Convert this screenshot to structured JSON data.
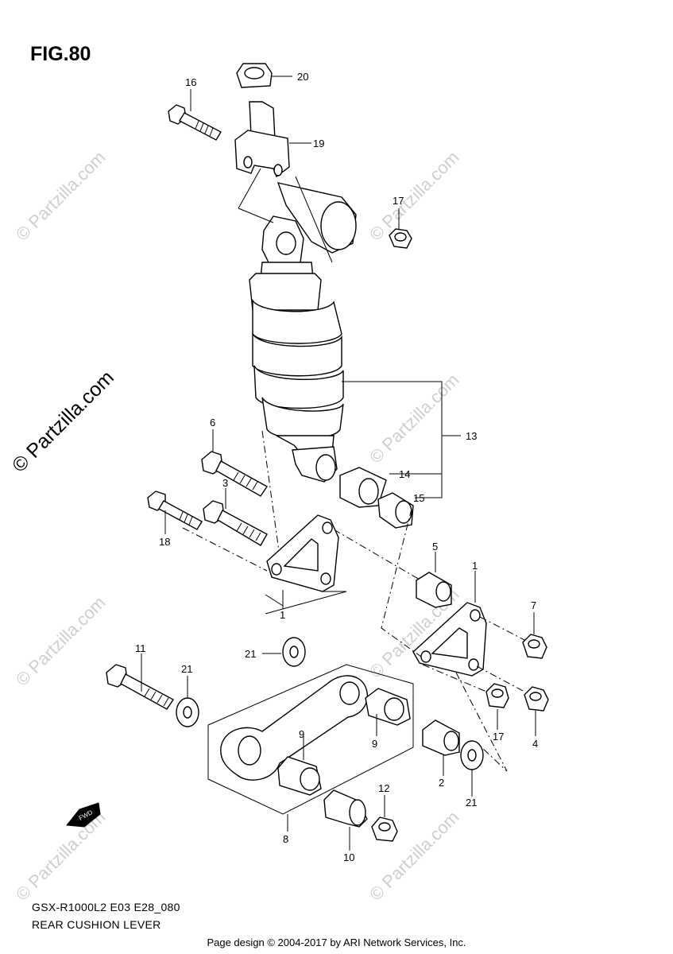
{
  "figure": {
    "title": "FIG.80"
  },
  "captions": {
    "model_code": "GSX-R1000L2 E03 E28_080",
    "name": "REAR CUSHION LEVER"
  },
  "footer": {
    "text": "Page design © 2004-2017 by ARI Network Services, Inc."
  },
  "watermark": {
    "text": "© Partzilla.com"
  },
  "fwd_badge": "FWD",
  "callouts": [
    {
      "n": "20"
    },
    {
      "n": "16"
    },
    {
      "n": "19"
    },
    {
      "n": "17"
    },
    {
      "n": "13"
    },
    {
      "n": "6"
    },
    {
      "n": "14"
    },
    {
      "n": "3"
    },
    {
      "n": "15"
    },
    {
      "n": "18"
    },
    {
      "n": "5"
    },
    {
      "n": "1"
    },
    {
      "n": "1"
    },
    {
      "n": "7"
    },
    {
      "n": "21"
    },
    {
      "n": "11"
    },
    {
      "n": "21"
    },
    {
      "n": "9"
    },
    {
      "n": "9"
    },
    {
      "n": "17"
    },
    {
      "n": "4"
    },
    {
      "n": "2"
    },
    {
      "n": "21"
    },
    {
      "n": "12"
    },
    {
      "n": "8"
    },
    {
      "n": "10"
    }
  ]
}
